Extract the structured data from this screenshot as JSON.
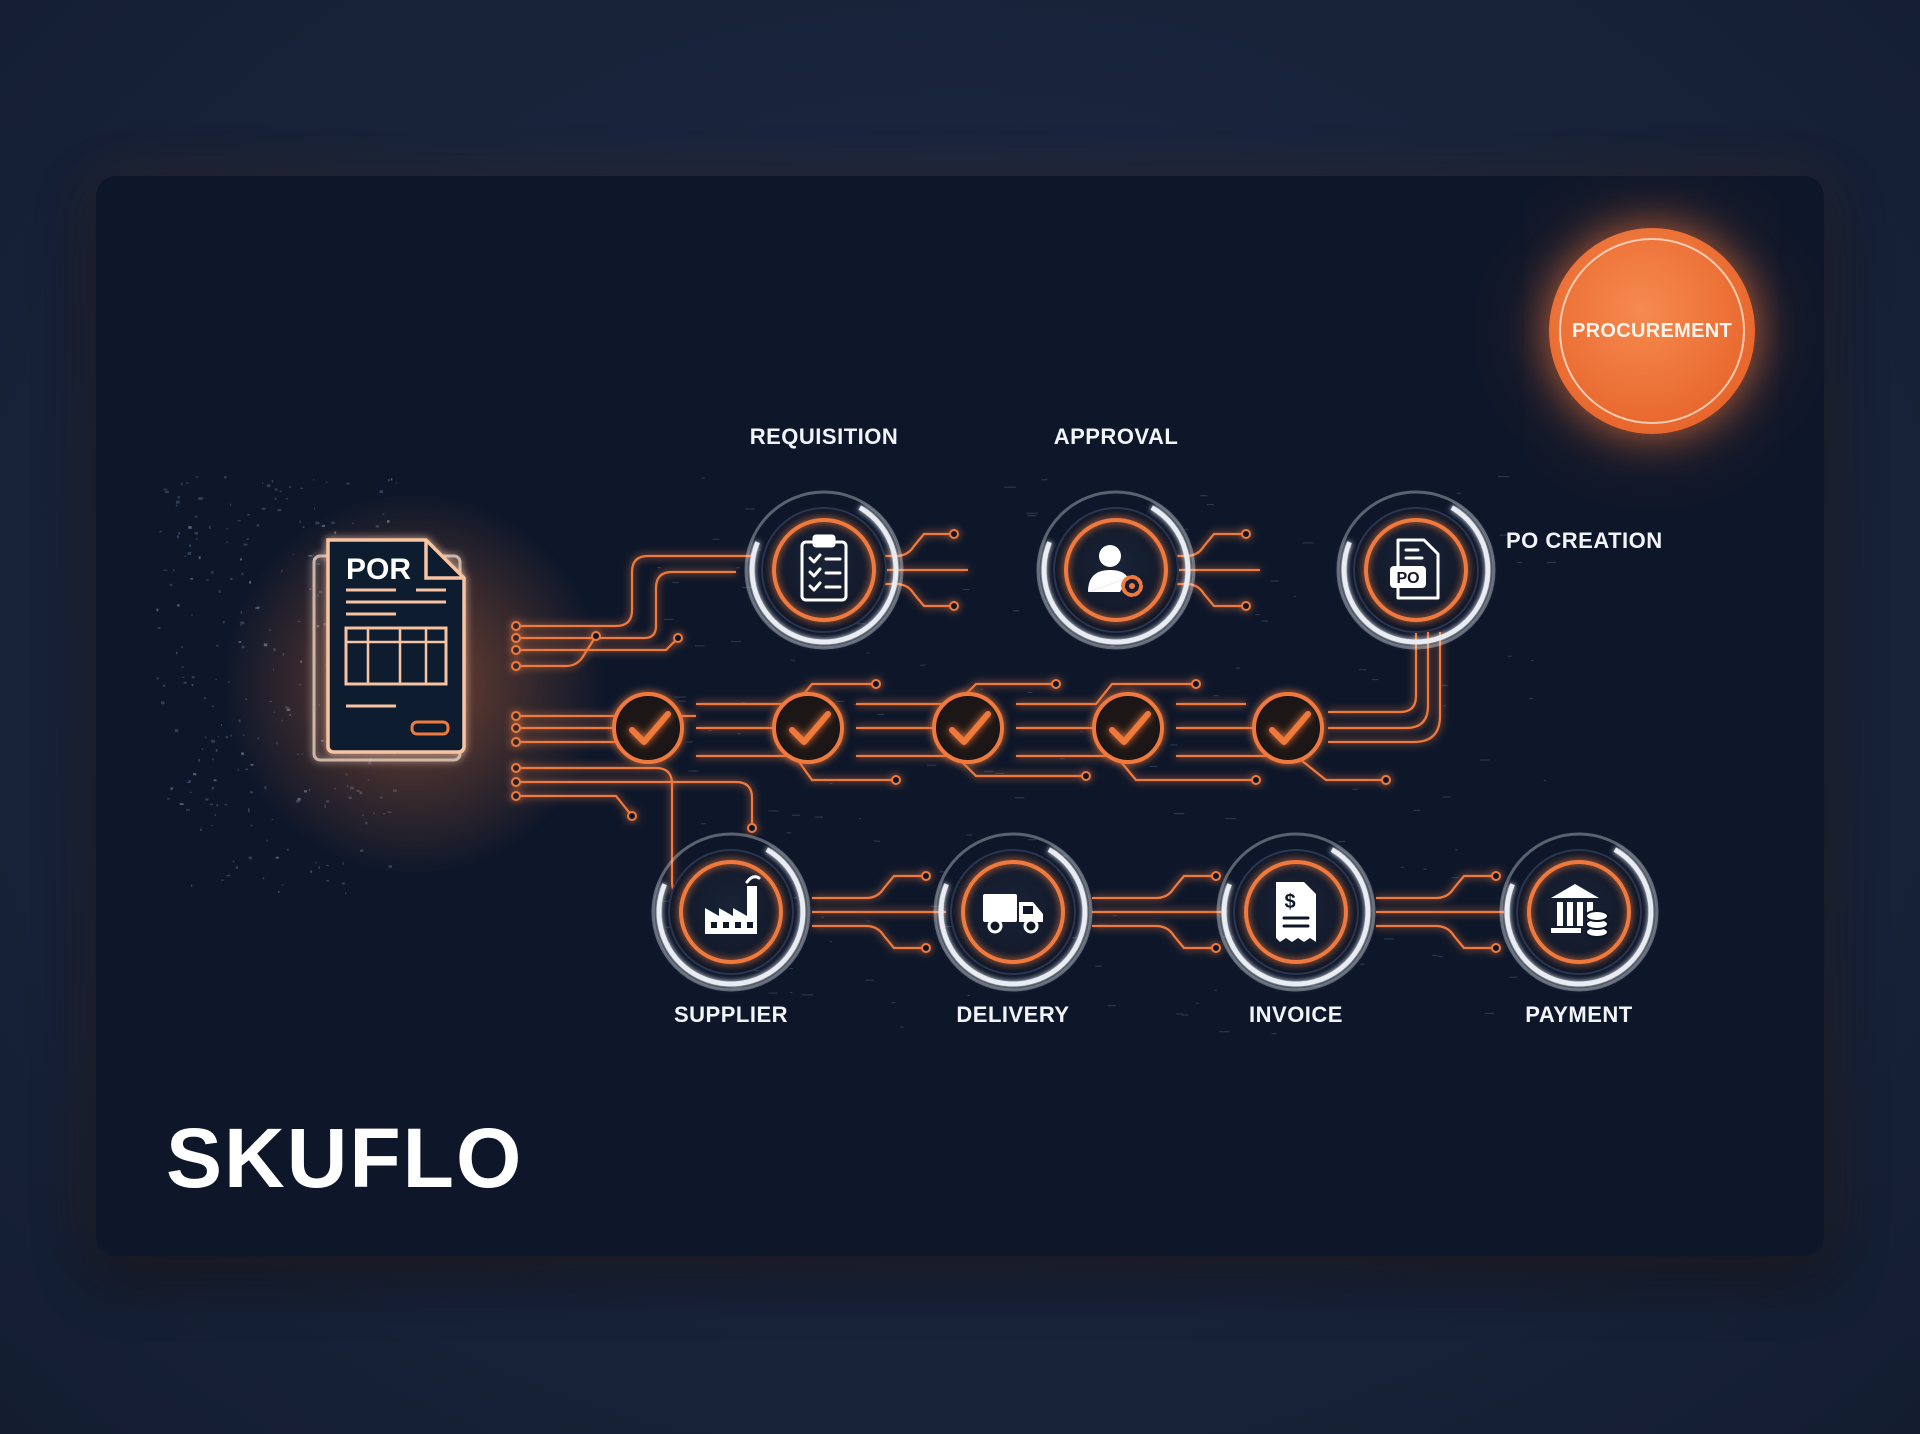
{
  "badge": {
    "label": "PROCUREMENT"
  },
  "brand": {
    "name": "SKUFLO"
  },
  "source_document": {
    "label": "POR",
    "icon": "por-document-icon"
  },
  "top_steps": [
    {
      "label": "REQUISITION",
      "icon": "clipboard-checklist-icon"
    },
    {
      "label": "APPROVAL",
      "icon": "user-gear-icon"
    },
    {
      "label": "PO CREATION",
      "icon": "po-document-icon",
      "sublabel": "PO"
    }
  ],
  "checkpoints": [
    {
      "icon": "checkmark-icon"
    },
    {
      "icon": "checkmark-icon"
    },
    {
      "icon": "checkmark-icon"
    },
    {
      "icon": "checkmark-icon"
    },
    {
      "icon": "checkmark-icon"
    }
  ],
  "bottom_steps": [
    {
      "label": "SUPPLIER",
      "icon": "factory-icon"
    },
    {
      "label": "DELIVERY",
      "icon": "truck-icon"
    },
    {
      "label": "INVOICE",
      "icon": "invoice-dollar-icon",
      "sublabel": "$"
    },
    {
      "label": "PAYMENT",
      "icon": "bank-coins-icon"
    }
  ],
  "colors": {
    "accent": "#f07a3c",
    "background": "#0e172a",
    "ring": "#e9edf3"
  }
}
